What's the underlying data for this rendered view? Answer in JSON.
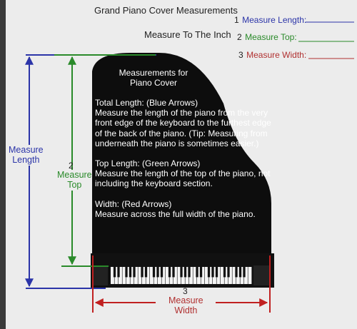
{
  "header": {
    "title": "Grand Piano Cover Measurements",
    "subtitle": "Measure To The Inch"
  },
  "legend": {
    "items": [
      {
        "number": "1",
        "label": "Measure Length:",
        "color": "#2b34a8"
      },
      {
        "number": "2",
        "label": "Measure Top:",
        "color": "#2a8a2a"
      },
      {
        "number": "3",
        "label": "Measure Width:",
        "color": "#b03030"
      }
    ]
  },
  "piano": {
    "heading": "Measurements for\nPiano Cover",
    "instructions": [
      "Total Length: (Blue Arrows)\nMeasure the length of the piano from the very front edge of the keyboard to the furthest edge of the back of the piano. (Tip: Measuring from underneath the piano is sometimes easier.)",
      "Top Length: (Green Arrows)\nMeasure the length of the top of the piano, not including the keyboard section.",
      "Width: (Red Arrows)\nMeasure across the full width of the piano."
    ]
  },
  "labels": {
    "length": "Measure\nLength",
    "top_number": "2",
    "top": "Measure\nTop",
    "width_number": "3",
    "width": "Measure\nWidth"
  },
  "colors": {
    "length": "#2b34a8",
    "top": "#2a8a2a",
    "width": "#b03030",
    "piano": "#0d0d0d"
  }
}
